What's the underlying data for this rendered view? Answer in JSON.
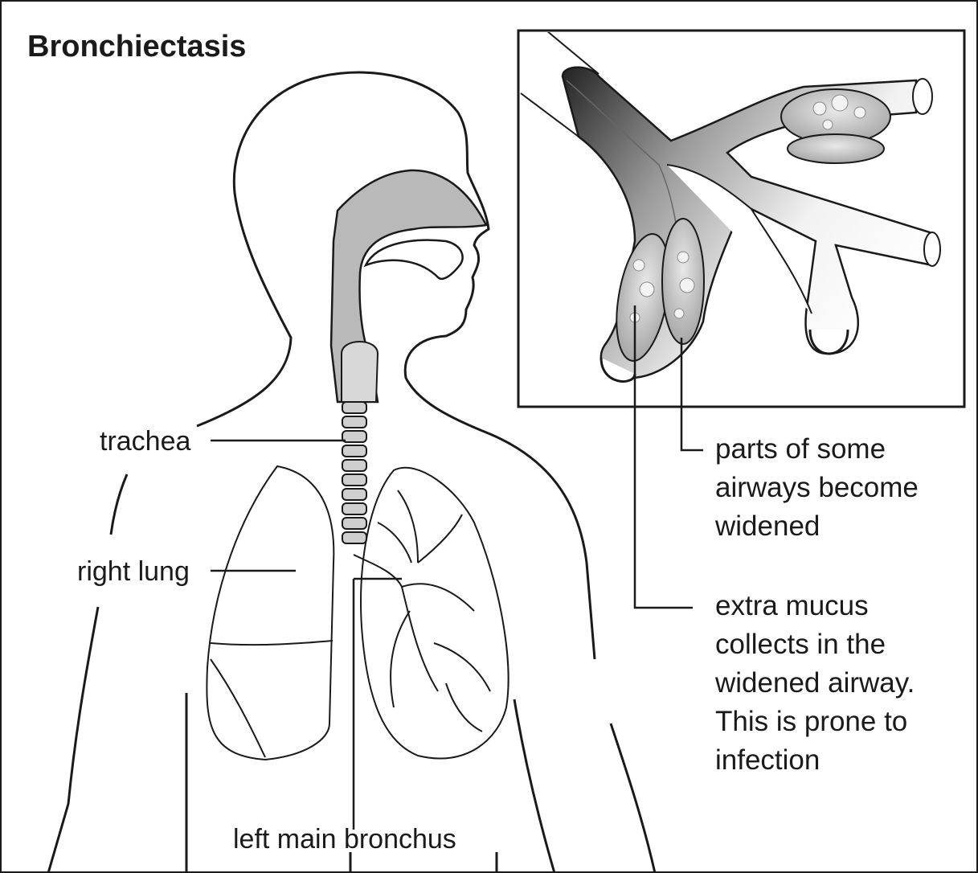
{
  "title": "Bronchiectasis",
  "labels": {
    "trachea": "trachea",
    "right_lung": "right lung",
    "left_main_bronchus": "left main bronchus"
  },
  "inset_notes": {
    "widened": [
      "parts of some",
      "airways become",
      "widened"
    ],
    "mucus": [
      "extra mucus",
      "collects in the",
      "widened airway.",
      "This is prone to",
      "infection"
    ]
  },
  "colors": {
    "outline": "#1a1a1a",
    "airway_fill": "#b9b9b9",
    "mucus_fill": "#cfcfcf",
    "background": "#ffffff"
  }
}
